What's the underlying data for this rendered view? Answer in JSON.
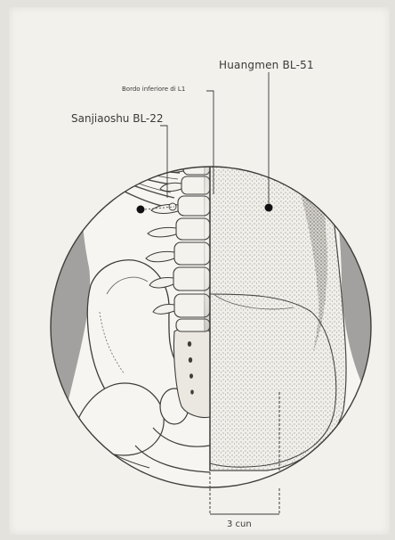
{
  "labels": {
    "huangmen": "Huangmen BL-51",
    "bordo": "Bordo inferiore di L1",
    "sanjiaoshu": "Sanjiaoshu BL-22",
    "measure": "3 cun"
  },
  "colors": {
    "paper": "#f3f1ec",
    "flank": "#a2a19f",
    "line": "#3a3a3a",
    "point": "#111111"
  }
}
